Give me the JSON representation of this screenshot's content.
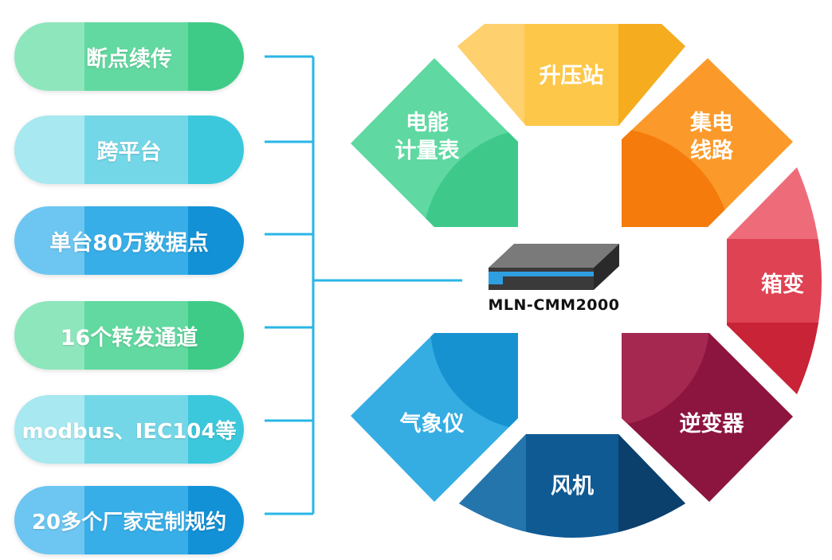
{
  "features": [
    {
      "label": "断点续传",
      "style": "green"
    },
    {
      "label": "跨平台",
      "style": "cyan"
    },
    {
      "label": "单台80万数据点",
      "style": "blue"
    },
    {
      "label": "16个转发通道",
      "style": "green"
    },
    {
      "label": "modbus、IEC104等",
      "style": "cyan"
    },
    {
      "label": "20多个厂家定制规约",
      "style": "blue"
    }
  ],
  "device": {
    "label": "MLN-CMM2000"
  },
  "ring": {
    "top": "升压站",
    "top_left_line1": "电能",
    "top_left_line2": "计量表",
    "top_right_line1": "集电",
    "top_right_line2": "线路",
    "right": "箱变",
    "bottom_right": "逆变器",
    "bottom": "风机",
    "bottom_left": "气象仪"
  },
  "colors": {
    "connector": "#29b6e6",
    "green": "#3ecb87",
    "yellow": "#fbb928",
    "orange": "#f78510",
    "red": "#dc3245",
    "maroon": "#8e1743",
    "navy": "#0e5389",
    "sky": "#1ea3dc"
  }
}
